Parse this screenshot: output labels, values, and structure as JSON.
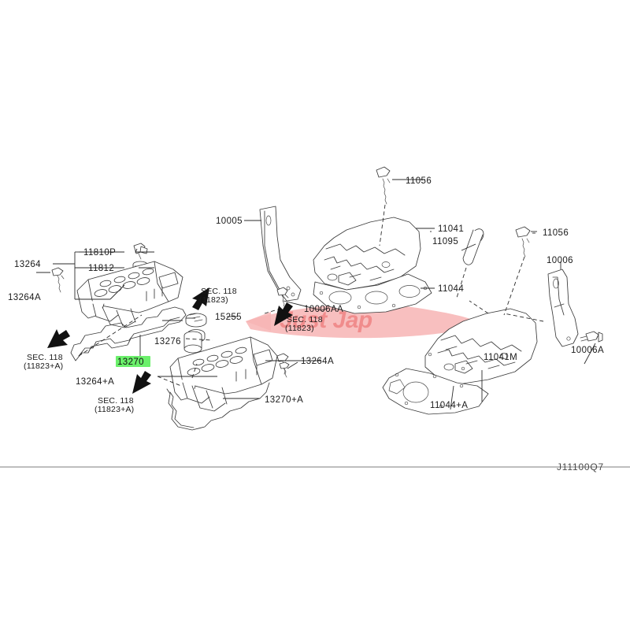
{
  "diagram": {
    "title": "Rocker Cover / Cylinder Head Parts Diagram",
    "code": "J11100Q7",
    "watermark_text": "Just Jap",
    "colors": {
      "highlight_background": "#6bf06b",
      "watermark_blob": "#f7b4b4",
      "watermark_text": "#f08c8c",
      "line": "#3a3a3a",
      "label_text": "#1a1a1a",
      "footer_rule": "#7d7d7d"
    },
    "highlighted_part": "13270"
  },
  "labels": {
    "left_group": [
      {
        "id": "lbl-13264",
        "text": "13264"
      },
      {
        "id": "lbl-11810P",
        "text": "11810P"
      },
      {
        "id": "lbl-11812",
        "text": "11812"
      },
      {
        "id": "lbl-13264A-left",
        "text": "13264A"
      },
      {
        "id": "lbl-13264A-plus",
        "text": "13264+A"
      },
      {
        "id": "lbl-13270",
        "text": "13270"
      },
      {
        "id": "lbl-13276",
        "text": "13276"
      },
      {
        "id": "lbl-15255",
        "text": "15255"
      },
      {
        "id": "lbl-13264A-right",
        "text": "13264A"
      },
      {
        "id": "lbl-13270A",
        "text": "13270+A"
      }
    ],
    "center_group": [
      {
        "id": "lbl-10005",
        "text": "10005"
      },
      {
        "id": "lbl-10006AA",
        "text": "10006AA"
      }
    ],
    "right_group": [
      {
        "id": "lbl-11056-top",
        "text": "11056"
      },
      {
        "id": "lbl-11041",
        "text": "11041"
      },
      {
        "id": "lbl-11095",
        "text": "11095"
      },
      {
        "id": "lbl-11044",
        "text": "11044"
      },
      {
        "id": "lbl-11056-mid",
        "text": "11056"
      },
      {
        "id": "lbl-10006",
        "text": "10006"
      },
      {
        "id": "lbl-10006A",
        "text": "10006A"
      },
      {
        "id": "lbl-11041M",
        "text": "11041M"
      },
      {
        "id": "lbl-11044A",
        "text": "11044+A"
      }
    ],
    "section_refs": [
      {
        "id": "sec-ref-1",
        "line1": "SEC. 118",
        "line2": "(11823)"
      },
      {
        "id": "sec-ref-2",
        "line1": "SEC. 118",
        "line2": "(11823+A)"
      },
      {
        "id": "sec-ref-3",
        "line1": "SEC. 118",
        "line2": "(11823+A)"
      },
      {
        "id": "sec-ref-4",
        "line1": "SEC. 118",
        "line2": "(11823)"
      }
    ]
  }
}
